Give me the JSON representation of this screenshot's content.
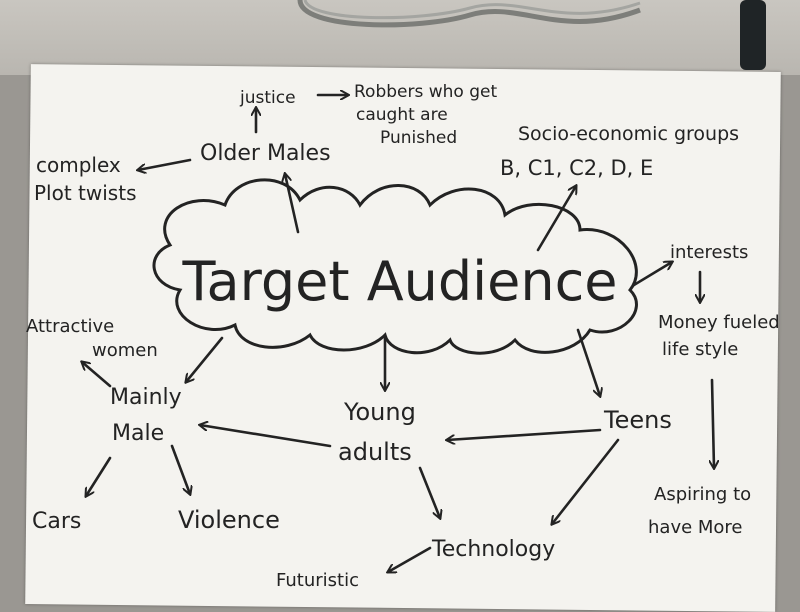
{
  "diagram": {
    "center": "Target Audience",
    "labels": {
      "justice": "justice",
      "robbers_1": "Robbers who get",
      "robbers_2": "caught are",
      "robbers_3": "Punished",
      "older_males": "Older Males",
      "complex_1": "complex",
      "complex_2": "Plot twists",
      "socio_1": "Socio-economic groups",
      "socio_2": "B, C1, C2, D, E",
      "interests": "interests",
      "money_1": "Money fueled",
      "money_2": "life style",
      "attractive_1": "Attractive",
      "attractive_2": "women",
      "mainly_1": "Mainly",
      "mainly_2": "Male",
      "young_1": "Young",
      "young_2": "adults",
      "teens": "Teens",
      "cars": "Cars",
      "violence": "Violence",
      "technology": "Technology",
      "futuristic": "Futuristic",
      "aspiring_1": "Aspiring to",
      "aspiring_2": "have More"
    }
  },
  "colors": {
    "ink": "#232323",
    "paper": "#f4f3ef",
    "desk": "#9a9792"
  }
}
